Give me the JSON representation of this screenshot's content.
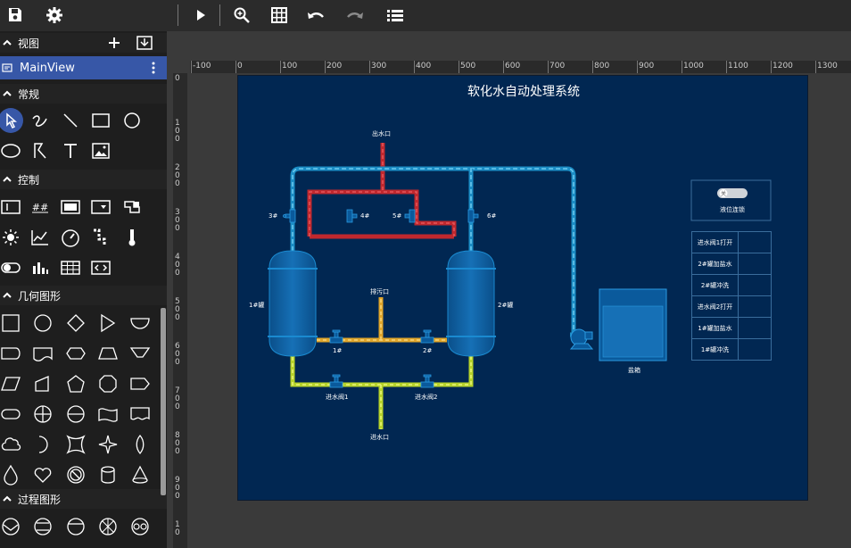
{
  "toolbar": {
    "icons": [
      "save-icon",
      "settings-icon",
      "play-icon",
      "zoom-icon",
      "grid-icon",
      "undo-icon",
      "redo-icon",
      "list-icon"
    ]
  },
  "sidebar": {
    "view_section": "视图",
    "main_view": "MainView",
    "common_section": "常规",
    "control_section": "控制",
    "geometry_section": "几何图形",
    "process_section": "过程图形"
  },
  "ruler": {
    "top_ticks": [
      "-100",
      "0",
      "100",
      "200",
      "300",
      "400",
      "500",
      "600",
      "700",
      "800",
      "900",
      "1000",
      "1100",
      "1200",
      "1300"
    ],
    "left_ticks": [
      "0",
      "1\n0\n0",
      "2\n0\n0",
      "3\n0\n0",
      "4\n0\n0",
      "5\n0\n0",
      "6\n0\n0",
      "7\n0\n0",
      "8\n0\n0",
      "9\n0\n0",
      "1\n0"
    ]
  },
  "diagram": {
    "title": "软化水自动处理系统",
    "outlet": "出水口",
    "drain": "排污口",
    "inlet": "进水口",
    "tank1": "1#罐",
    "tank2": "2#罐",
    "valve1": "1#",
    "valve2": "2#",
    "valve3": "3#",
    "valve4": "4#",
    "valve5": "5#",
    "valve6": "6#",
    "inlet_valve1": "进水阀1",
    "inlet_valve2": "进水阀2",
    "brine_tank": "盐箱",
    "interlock_label": "液位连锁",
    "toggle_text": "关",
    "status_rows": [
      "进水阀1打开",
      "2#罐加盐水",
      "2#罐冲洗",
      "进水阀2打开",
      "1#罐加盐水",
      "1#罐冲洗"
    ]
  },
  "colors": {
    "canvas_bg": "#012752",
    "red_pipe": "#c0282e",
    "blue_pipe": "#1b8cc4",
    "yellow_pipe": "#e0a52a",
    "green_pipe": "#b6d22a",
    "tank_fill": "#0a5a9c",
    "selection": "#3757a7"
  }
}
